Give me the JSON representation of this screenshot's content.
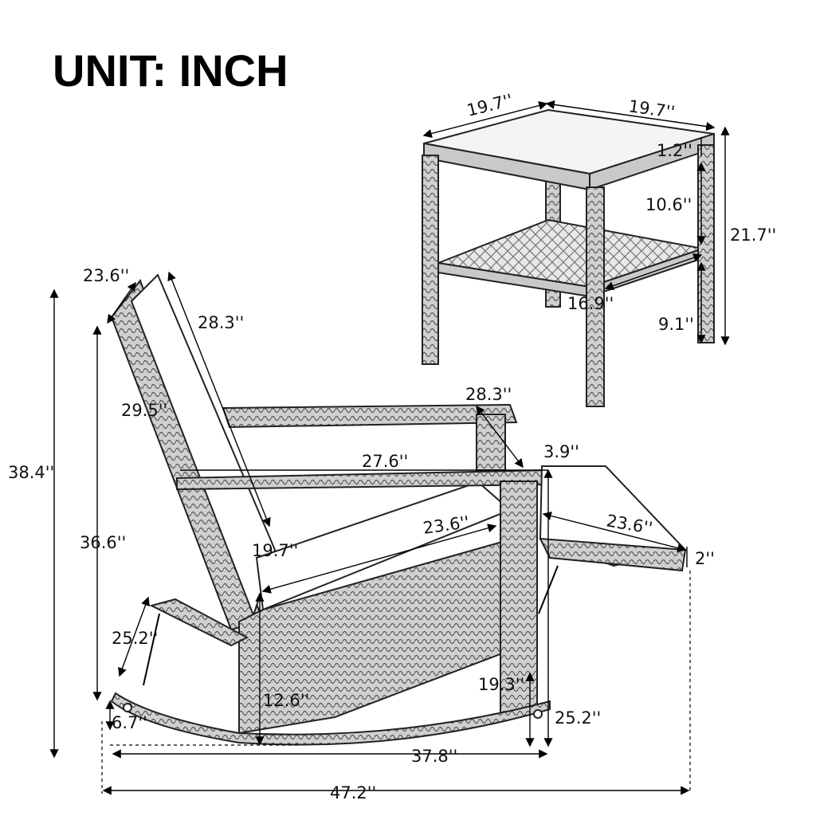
{
  "title": "UNIT: INCH",
  "side_table": {
    "top_left_width": "19.7''",
    "top_right_depth": "19.7''",
    "top_thickness": "1.2''",
    "shelf_gap": "10.6''",
    "total_height": "21.7''",
    "shelf_width": "16.9''",
    "shelf_height": "9.1''"
  },
  "rocking_chair": {
    "back_width": "23.6''",
    "back_length": "28.3''",
    "back_frame": "29.5''",
    "total_height": "38.4''",
    "seat_back_height": "36.6''",
    "arm_length": "28.3''",
    "arm_span": "27.6''",
    "arm_width": "3.9''",
    "seat_depth": "23.6''",
    "footrest_length": "23.6''",
    "footrest_thickness": "2''",
    "seat_width": "19.7''",
    "rocker_height": "25.2''",
    "front_height": "19.3''",
    "seat_height": "12.6''",
    "arm_height": "25.2''",
    "rocker_lift": "6.7''",
    "base_depth": "37.8''",
    "total_depth": "47.2''"
  }
}
